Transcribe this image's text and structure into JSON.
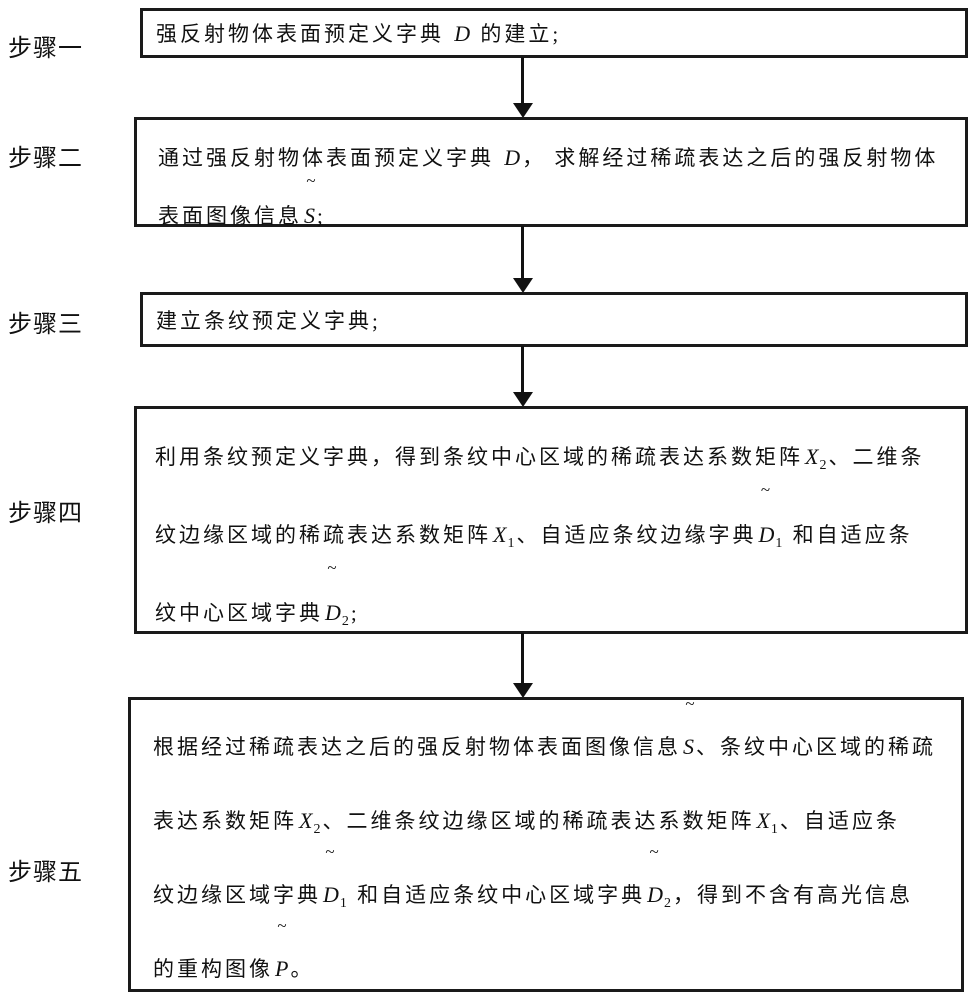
{
  "diagram": {
    "type": "flowchart",
    "direction": "top-down",
    "colors": {
      "background": "#ffffff",
      "border": "#1a1a1a",
      "text": "#111111",
      "arrow": "#111111"
    },
    "steps": [
      {
        "label": "步骤一",
        "lines": [
          [
            {
              "text": "强反射物体表面预定义字典 "
            },
            {
              "math": "D"
            },
            {
              "text": " 的建立;"
            }
          ]
        ]
      },
      {
        "label": "步骤二",
        "lines": [
          [
            {
              "text": "通过强反射物体表面预定义字典 "
            },
            {
              "math": "D"
            },
            {
              "text": "， 求解经过稀疏表达之后的强反射物体"
            }
          ],
          [
            {
              "text": "表面图像信息"
            },
            {
              "math": "S",
              "tilde": true
            },
            {
              "text": ";"
            }
          ]
        ]
      },
      {
        "label": "步骤三",
        "lines": [
          [
            {
              "text": "建立条纹预定义字典;"
            }
          ]
        ]
      },
      {
        "label": "步骤四",
        "lines": [
          [
            {
              "text": "利用条纹预定义字典，得到条纹中心区域的稀疏表达系数矩阵"
            },
            {
              "math": "X",
              "sub": "2"
            },
            {
              "text": "、二维条"
            }
          ],
          [
            {
              "text": "纹边缘区域的稀疏表达系数矩阵"
            },
            {
              "math": "X",
              "sub": "1"
            },
            {
              "text": "、自适应条纹边缘字典"
            },
            {
              "math": "D",
              "sub": "1",
              "tilde": true
            },
            {
              "text": " 和自适应条"
            }
          ],
          [
            {
              "text": "纹中心区域字典"
            },
            {
              "math": "D",
              "sub": "2",
              "tilde": true
            },
            {
              "text": ";"
            }
          ]
        ]
      },
      {
        "label": "步骤五",
        "lines": [
          [
            {
              "text": "根据经过稀疏表达之后的强反射物体表面图像信息"
            },
            {
              "math": "S",
              "tilde": true
            },
            {
              "text": "、条纹中心区域的稀疏"
            }
          ],
          [
            {
              "text": "表达系数矩阵"
            },
            {
              "math": "X",
              "sub": "2"
            },
            {
              "text": "、二维条纹边缘区域的稀疏表达系数矩阵"
            },
            {
              "math": "X",
              "sub": "1"
            },
            {
              "text": "、自适应条"
            }
          ],
          [
            {
              "text": "纹边缘区域字典"
            },
            {
              "math": "D",
              "sub": "1",
              "tilde": true
            },
            {
              "text": " 和自适应条纹中心区域字典"
            },
            {
              "math": "D",
              "sub": "2",
              "tilde": true
            },
            {
              "text": "，得到不含有高光信息"
            }
          ],
          [
            {
              "text": "的重构图像"
            },
            {
              "math": "P",
              "tilde": true
            },
            {
              "text": "。"
            }
          ]
        ]
      }
    ]
  }
}
